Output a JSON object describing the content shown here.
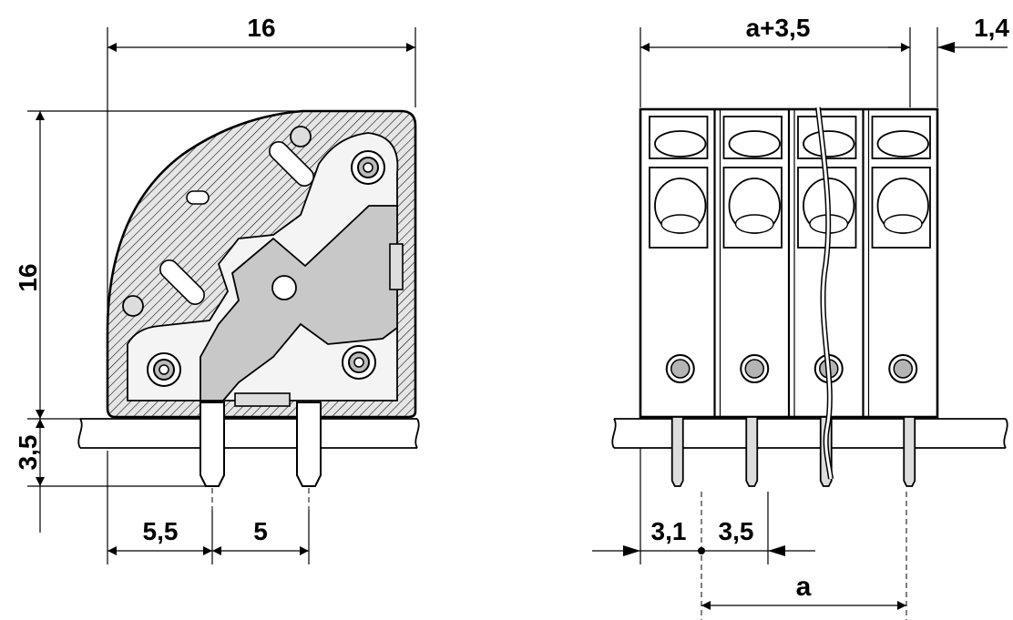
{
  "dimensions": {
    "side_width": "16",
    "side_height": "16",
    "pin_length": "3,5",
    "pin_offset": "5,5",
    "pin_spacing": "5",
    "front_width": "a+3,5",
    "front_side": "1,4",
    "front_first_pin": "3,1",
    "front_pitch": "3,5",
    "front_span": "a"
  },
  "front_view": {
    "pole_count": 4
  },
  "colors": {
    "line": "#000000",
    "hatch_fill": "#e6e6e6",
    "gray_fill": "#c8c8c8",
    "test_point": "#b4b4b4"
  }
}
